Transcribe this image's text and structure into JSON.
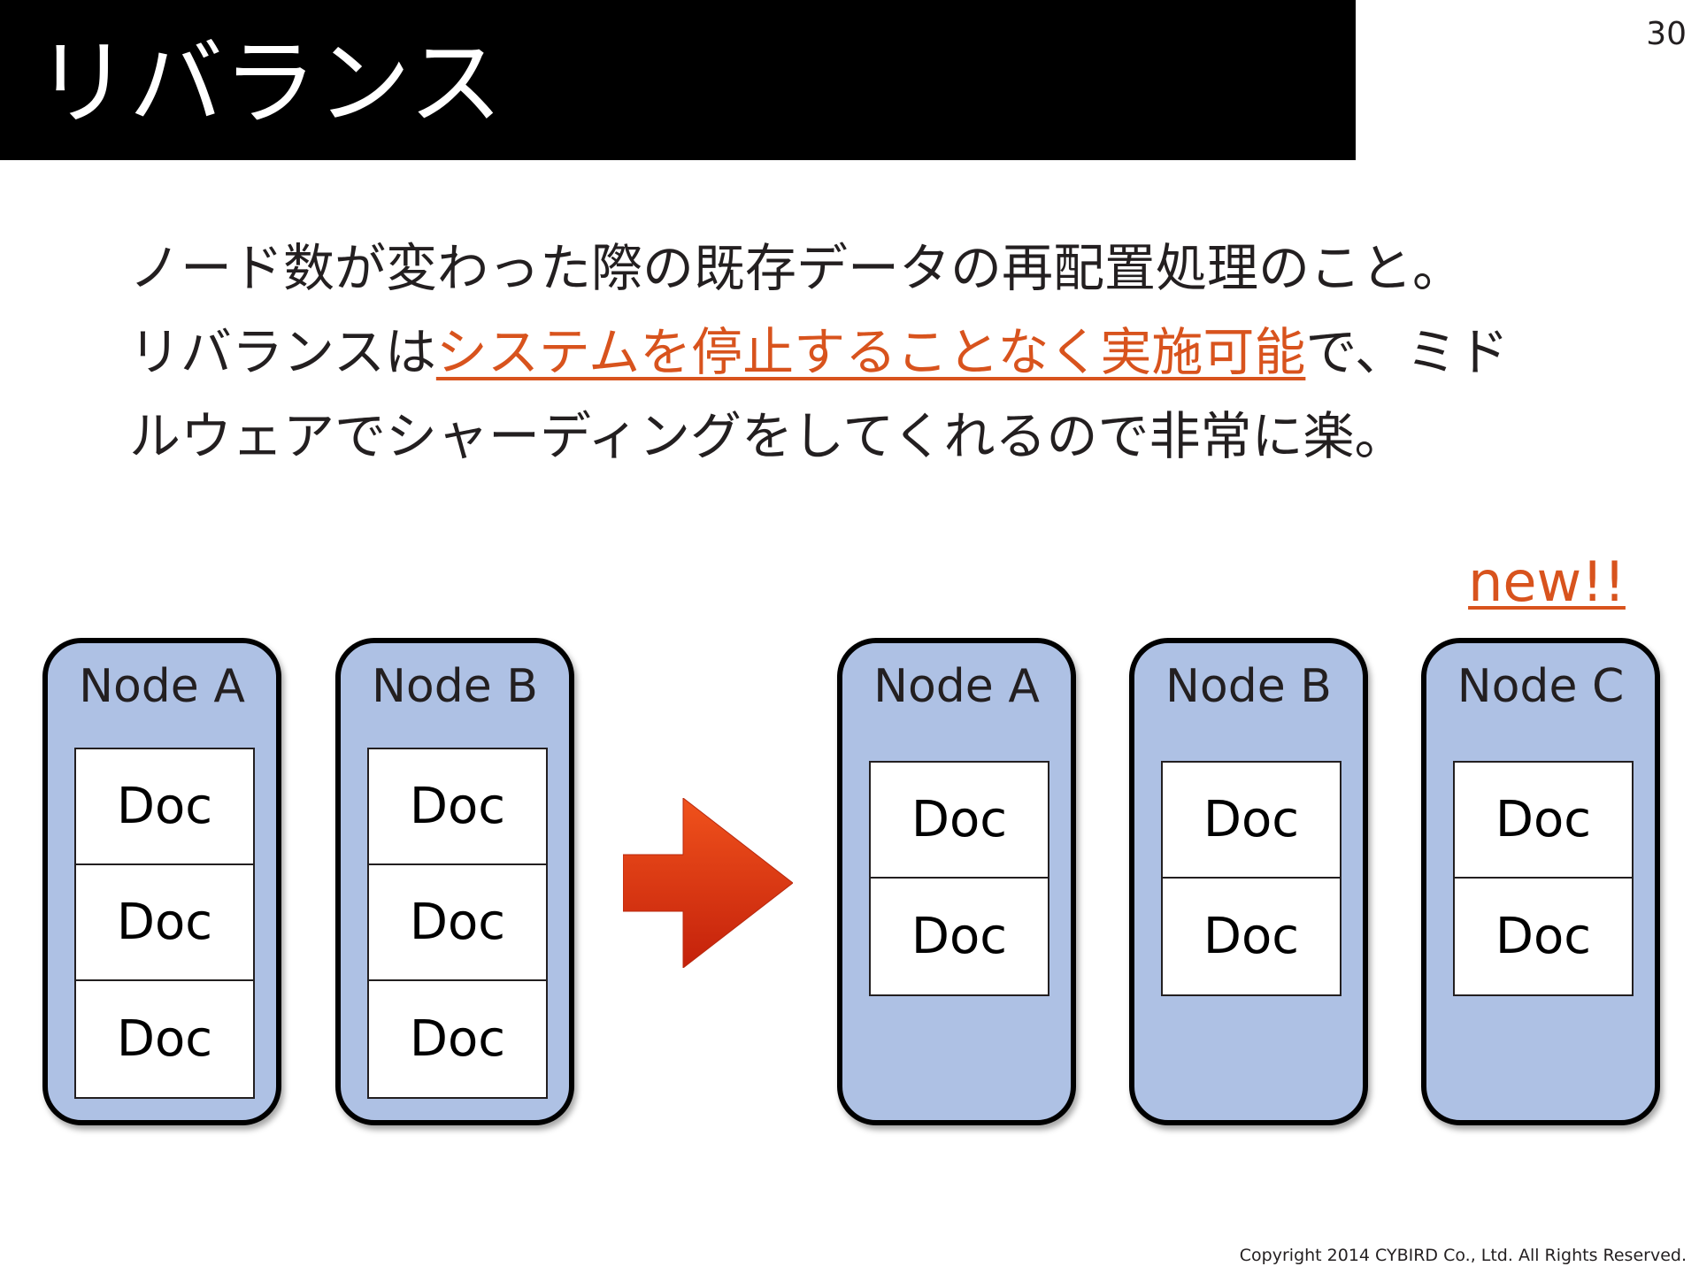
{
  "slide": {
    "title": "リバランス",
    "page_number": "30",
    "copyright": "Copyright 2014 CYBIRD Co., Ltd.  All Rights Reserved."
  },
  "body": {
    "line1": "ノード数が変わった際の既存データの再配置処理のこと。",
    "line2_pre": "リバランスは",
    "line2_highlight": "システムを停止することなく実施可能",
    "line2_post": "で、ミド",
    "line3": "ルウェアでシャーディングをしてくれるので非常に楽。"
  },
  "colors": {
    "accent": "#d8531d",
    "node_fill": "#aec1e4",
    "title_bar": "#000000"
  },
  "diagram": {
    "new_label": "new!!",
    "arrow_icon": "right-arrow-icon",
    "before": [
      {
        "label": "Node A",
        "docs": [
          "Doc",
          "Doc",
          "Doc"
        ]
      },
      {
        "label": "Node B",
        "docs": [
          "Doc",
          "Doc",
          "Doc"
        ]
      }
    ],
    "after": [
      {
        "label": "Node A",
        "docs": [
          "Doc",
          "Doc"
        ]
      },
      {
        "label": "Node B",
        "docs": [
          "Doc",
          "Doc"
        ]
      },
      {
        "label": "Node C",
        "docs": [
          "Doc",
          "Doc"
        ]
      }
    ]
  }
}
